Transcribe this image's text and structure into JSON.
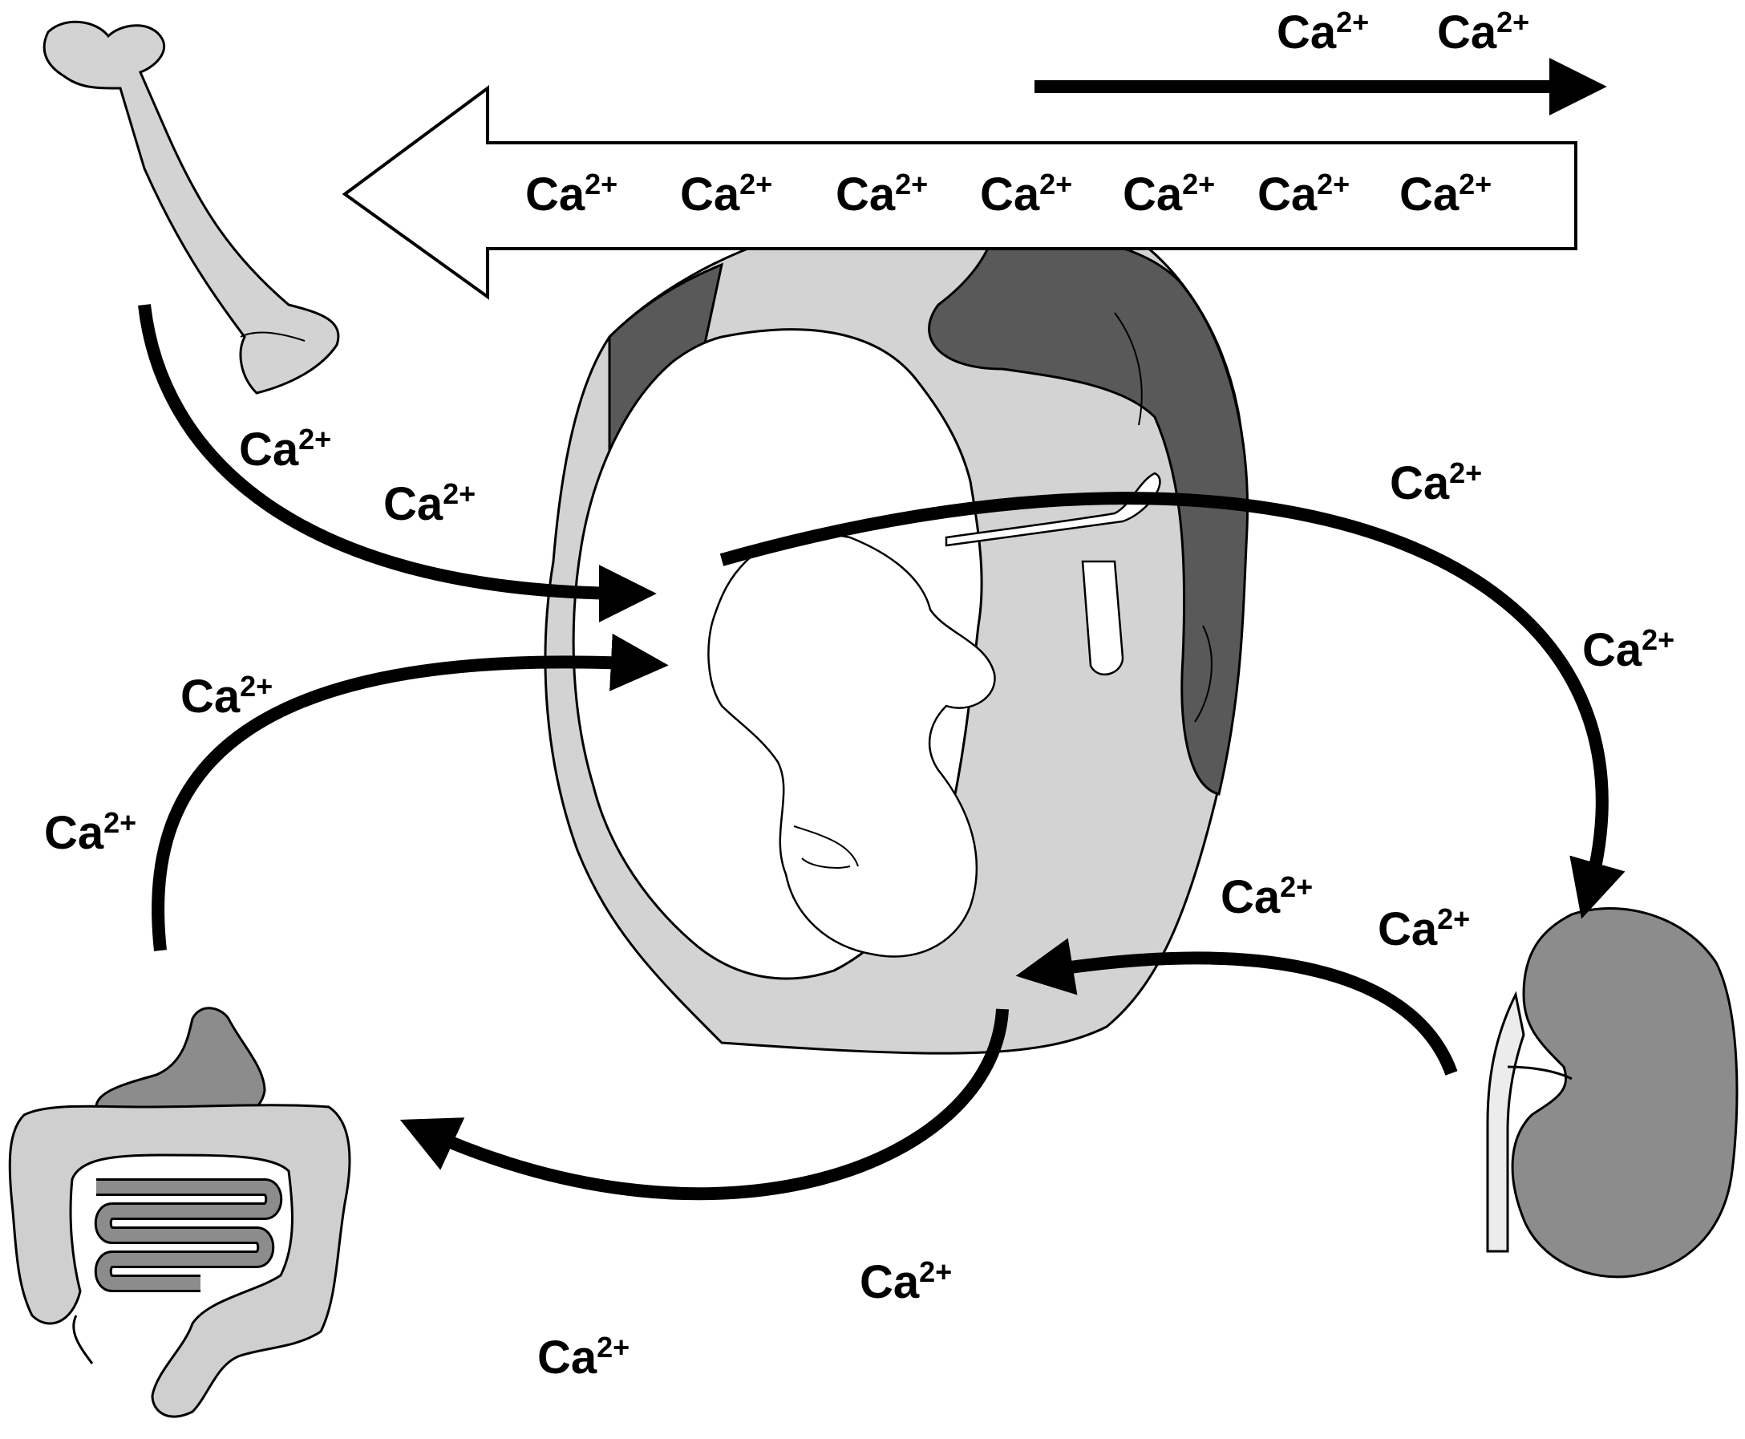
{
  "colors": {
    "outline": "#000000",
    "background": "#ffffff",
    "light_tissue": "#d3d3d3",
    "dark_tissue": "#595959",
    "mid_organ": "#8c8c8c",
    "gut_gray": "#cfcfcf"
  },
  "ion": {
    "symbol": "Ca",
    "charge": "2+"
  },
  "organs": [
    {
      "name": "femur-bone"
    },
    {
      "name": "pregnant-uterus"
    },
    {
      "name": "fetus"
    },
    {
      "name": "intestines"
    },
    {
      "name": "kidney"
    }
  ]
}
